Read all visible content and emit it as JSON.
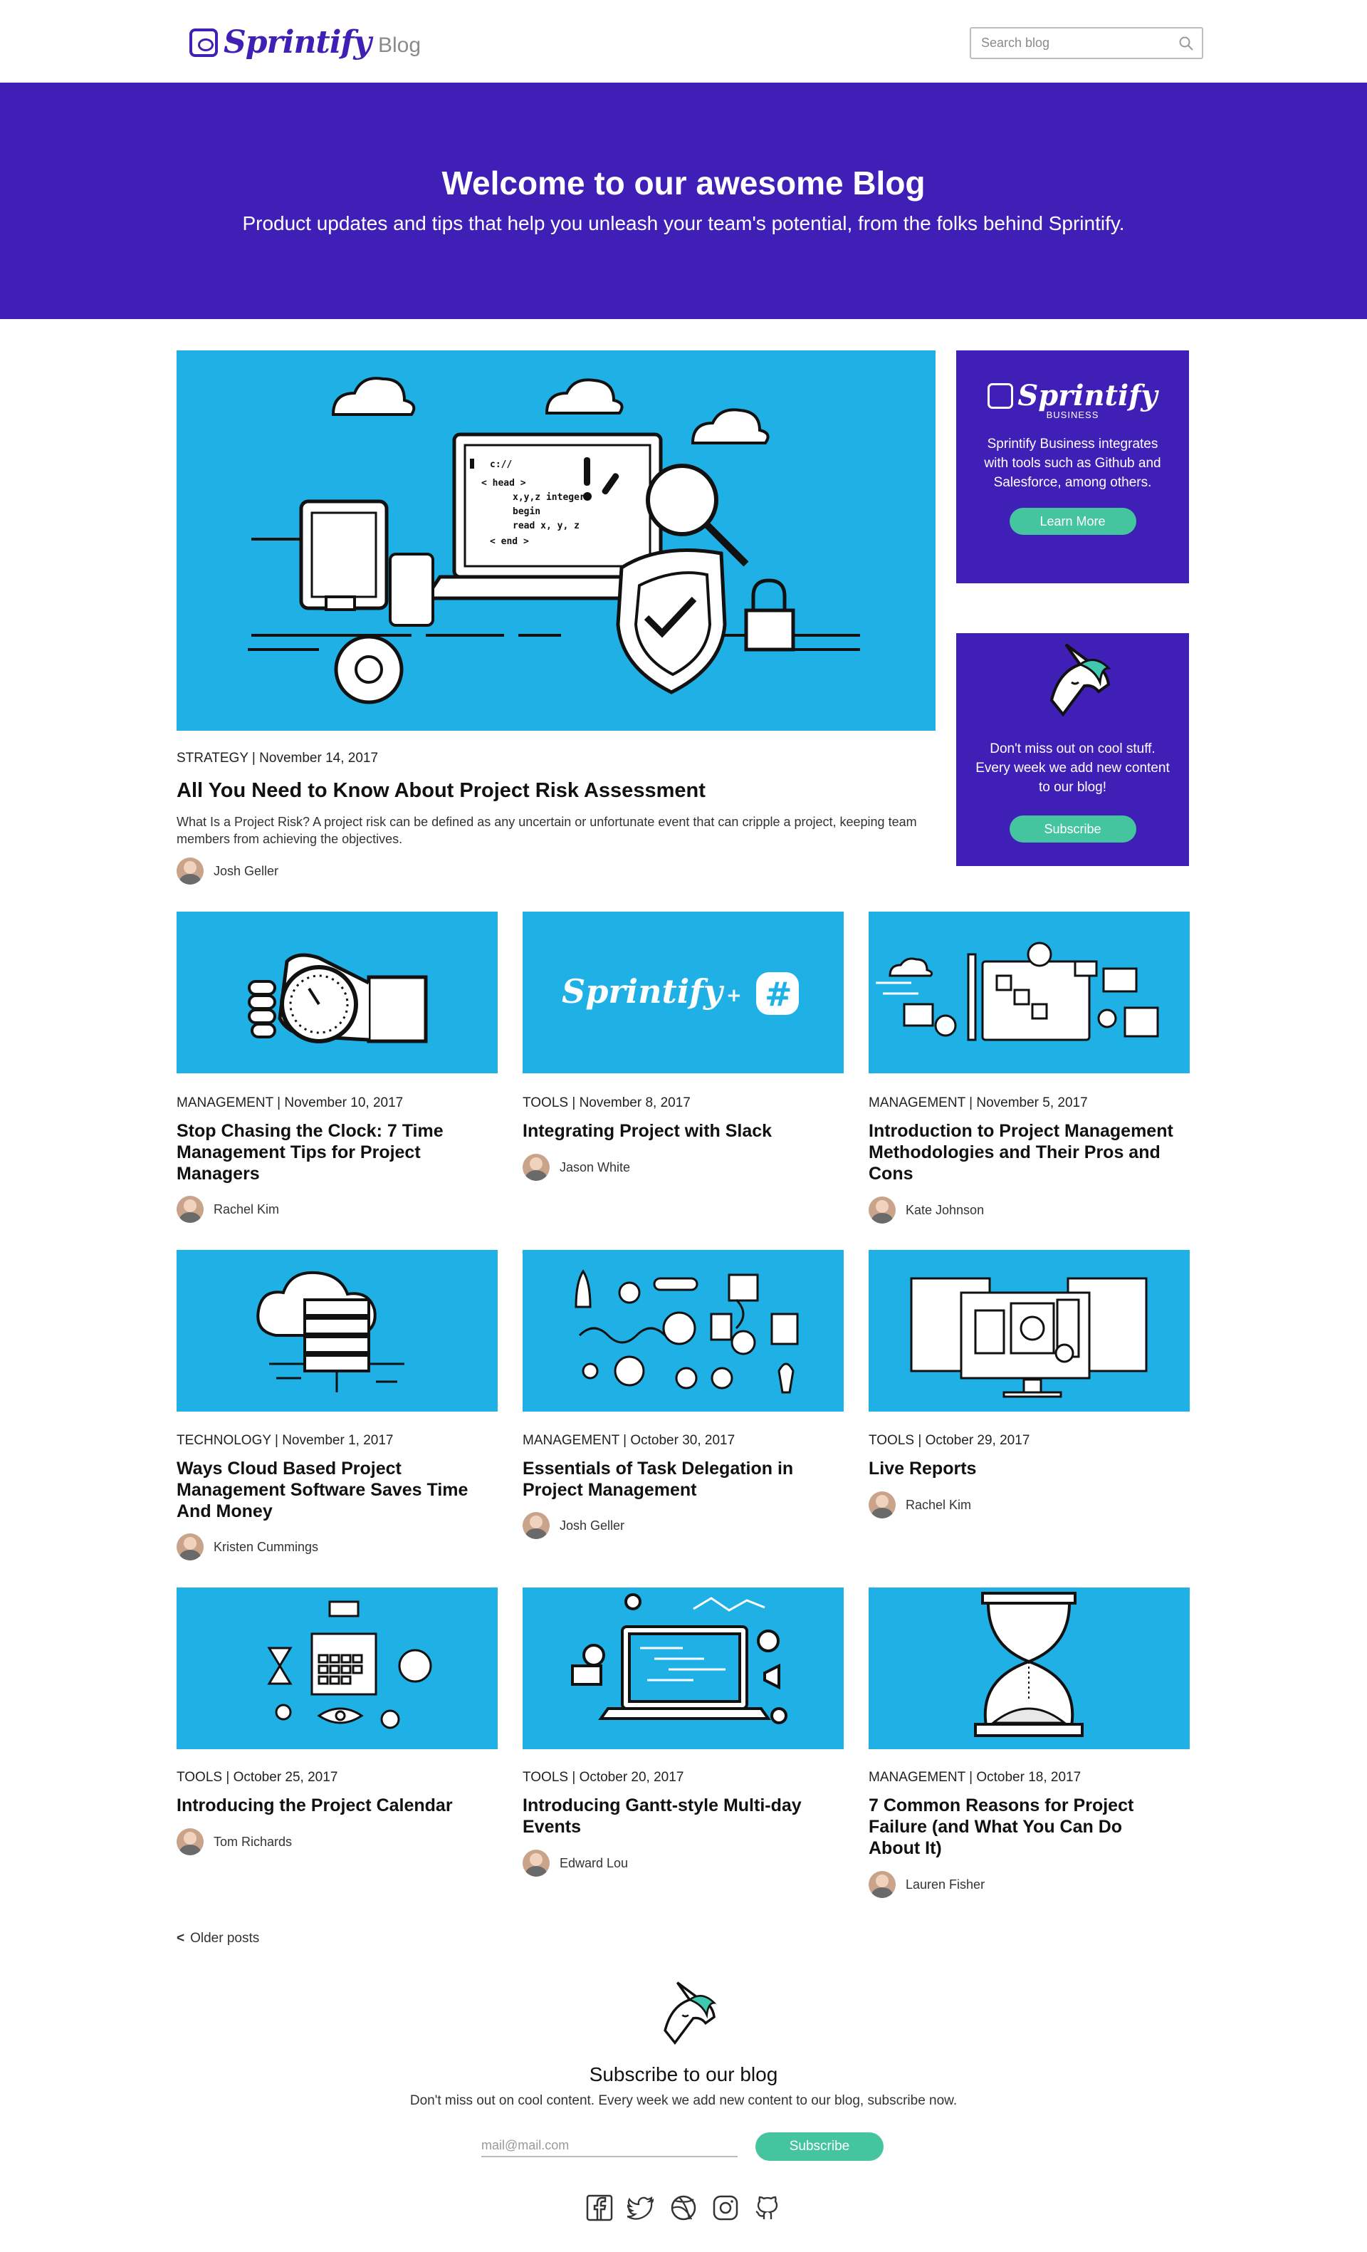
{
  "header": {
    "logo_text": "Sprintify",
    "logo_suffix": "Blog",
    "search_placeholder": "Search blog"
  },
  "hero": {
    "title": "Welcome to our awesome Blog",
    "subtitle": "Product updates and tips that help you unleash your team's potential, from the folks behind Sprintify."
  },
  "featured": {
    "category": "STRATEGY",
    "date": "November 14, 2017",
    "title": "All You Need to Know About Project Risk Assessment",
    "excerpt": "What Is a Project Risk? A project risk can be defined as any uncertain or unfortunate event that can cripple a project, keeping team members from achieving the objectives.",
    "author": "Josh Geller",
    "code_lines": [
      "c://",
      "< head >",
      "x,y,z integer",
      "begin",
      "read x, y, z",
      "< end >"
    ]
  },
  "sidebar": {
    "business": {
      "logo": "Sprintify",
      "logo_sub": "BUSINESS",
      "text": "Sprintify Business integrates with tools such as Github and Salesforce, among others.",
      "button": "Learn More"
    },
    "newsletter": {
      "text": "Don't miss out on cool stuff. Every week we add new content to our blog!",
      "button": "Subscribe"
    }
  },
  "posts": [
    {
      "category": "MANAGEMENT",
      "date": "November 10, 2017",
      "title": "Stop Chasing the Clock: 7 Time Management Tips for Project Managers",
      "author": "Rachel Kim",
      "icon": "stopwatch-hand-illustration"
    },
    {
      "category": "TOOLS",
      "date": "November 8, 2017",
      "title": "Integrating Project with Slack",
      "author": "Jason White",
      "icon": "sprintify-slack-illustration"
    },
    {
      "category": "MANAGEMENT",
      "date": "November 5, 2017",
      "title": "Introduction to Project Management Methodologies and Their Pros and Cons",
      "author": "Kate Johnson",
      "icon": "methodologies-illustration"
    },
    {
      "category": "TECHNOLOGY",
      "date": "November 1, 2017",
      "title": "Ways Cloud Based Project Management Software Saves Time And Money",
      "author": "Kristen Cummings",
      "icon": "cloud-server-illustration"
    },
    {
      "category": "MANAGEMENT",
      "date": "October 30, 2017",
      "title": "Essentials of Task Delegation in Project Management",
      "author": "Josh Geller",
      "icon": "delegation-illustration"
    },
    {
      "category": "TOOLS",
      "date": "October 29, 2017",
      "title": "Live Reports",
      "author": "Rachel Kim",
      "icon": "reports-illustration"
    },
    {
      "category": "TOOLS",
      "date": "October 25, 2017",
      "title": "Introducing the Project Calendar",
      "author": "Tom Richards",
      "icon": "calendar-illustration"
    },
    {
      "category": "TOOLS",
      "date": "October 20, 2017",
      "title": "Introducing Gantt-style Multi-day Events",
      "author": "Edward Lou",
      "icon": "gantt-laptop-illustration"
    },
    {
      "category": "MANAGEMENT",
      "date": "October 18, 2017",
      "title": "7 Common Reasons for Project Failure (and What You Can Do About It)",
      "author": "Lauren Fisher",
      "icon": "hourglass-illustration"
    }
  ],
  "pagination": {
    "older": "Older posts",
    "arrow": "<"
  },
  "footer": {
    "title": "Subscribe to our blog",
    "description": "Don't miss out on cool content. Every week we add new content to our blog, subscribe now.",
    "email_placeholder": "mail@mail.com",
    "button": "Subscribe",
    "socials": [
      "facebook-icon",
      "twitter-icon",
      "dribbble-icon",
      "instagram-icon",
      "github-icon"
    ]
  },
  "colors": {
    "primary": "#3f1fb5",
    "card": "#1fb1e6",
    "accent": "#45c4a0"
  }
}
